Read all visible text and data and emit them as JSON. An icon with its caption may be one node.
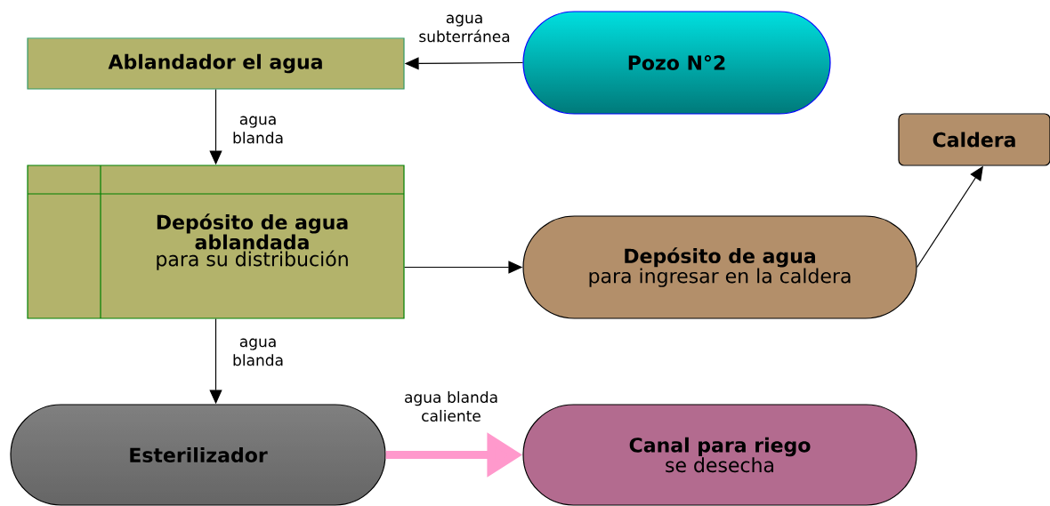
{
  "diagram": {
    "nodes": [
      {
        "text": [
          "Pozo N°2"
        ]
      },
      {
        "text": [
          "Ablandador el agua"
        ]
      },
      {
        "text": [
          "Depósito de agua ablandada",
          "para su distribución"
        ]
      },
      {
        "text": [
          "Caldera"
        ]
      },
      {
        "text": [
          "Depósito de agua",
          "para ingresar en la caldera"
        ]
      },
      {
        "text": [
          "Esterilizador"
        ]
      },
      {
        "text": [
          "Canal para riego",
          "se desecha"
        ]
      }
    ],
    "edges": [
      {
        "from": 0,
        "to": 1,
        "arrow": "to",
        "label": "agua subterránea"
      },
      {
        "from": 1,
        "to": 2,
        "arrow": "to",
        "label": "agua blanda"
      },
      {
        "from": 2,
        "to": 4,
        "arrow": "to"
      },
      {
        "from": 4,
        "to": 3,
        "arrow": "to"
      },
      {
        "from": 2,
        "to": 5,
        "arrow": "to",
        "label": "agua blanda"
      },
      {
        "from": 5,
        "to": 6,
        "arrow": "to",
        "label": "agua blanda caliente",
        "style": "thick",
        "color": "#ff99cc"
      }
    ]
  }
}
